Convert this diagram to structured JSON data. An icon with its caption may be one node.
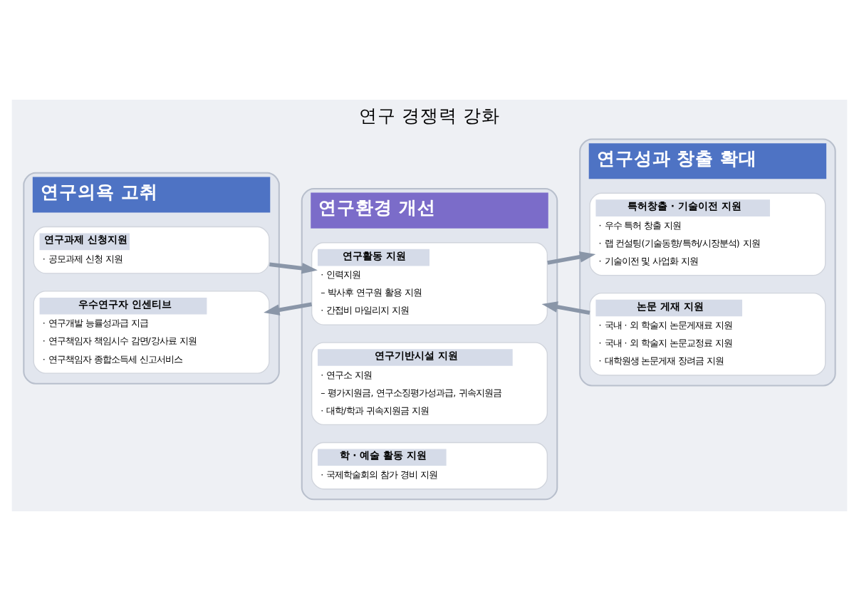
{
  "diagram": {
    "title": "연구 경쟁력 강화",
    "nodes": [
      {
        "text": [
          "연구의욕 고취"
        ]
      },
      {
        "text": [
          "연구과제 신청지원",
          "· 공모과제 신청 지원"
        ],
        "in": 0
      },
      {
        "text": [
          "우수연구자 인센티브",
          "· 연구개발 능률성과급 지급",
          "· 연구책임자 책임시수 감면/강사료 지원",
          "· 연구책임자 종합소득세 신고서비스"
        ],
        "in": 0
      },
      {
        "text": [
          "연구환경 개선"
        ]
      },
      {
        "text": [
          "연구활동 지원",
          "· 인력지원",
          "– 박사후 연구원 활용 지원",
          "· 간접비 마일리지 지원"
        ],
        "in": 3
      },
      {
        "text": [
          "연구기반시설 지원",
          "· 연구소 지원",
          "– 평가지원금, 연구소징평가성과급, 귀속지원금",
          "· 대학/학과 귀속지원금 지원"
        ],
        "in": 3
      },
      {
        "text": [
          "학 · 예술 활동 지원",
          "· 국제학술회의 참가 경비 지원"
        ],
        "in": 3
      },
      {
        "text": [
          "연구성과 창출 확대"
        ]
      },
      {
        "text": [
          "특허창출 · 기술이전 지원",
          "· 우수 특허 창출 지원",
          "· 랩 컨설팅(기술동향/특허/시장분석) 지원",
          "· 기술이전 및 사업화 지원"
        ],
        "in": 7
      },
      {
        "text": [
          "논문 게재 지원",
          "· 국내 · 외 학술지 논문게재료 지원",
          "· 국내 · 외 학술지 논문교정료 지원",
          "· 대학원생 논문게재 장려금 지원"
        ],
        "in": 7
      }
    ],
    "edges": [
      {
        "from": 1,
        "to": 4,
        "arrow": "to"
      },
      {
        "from": 4,
        "to": 2,
        "arrow": "to"
      },
      {
        "from": 4,
        "to": 8,
        "arrow": "to"
      },
      {
        "from": 9,
        "to": 4,
        "arrow": "to"
      }
    ]
  }
}
